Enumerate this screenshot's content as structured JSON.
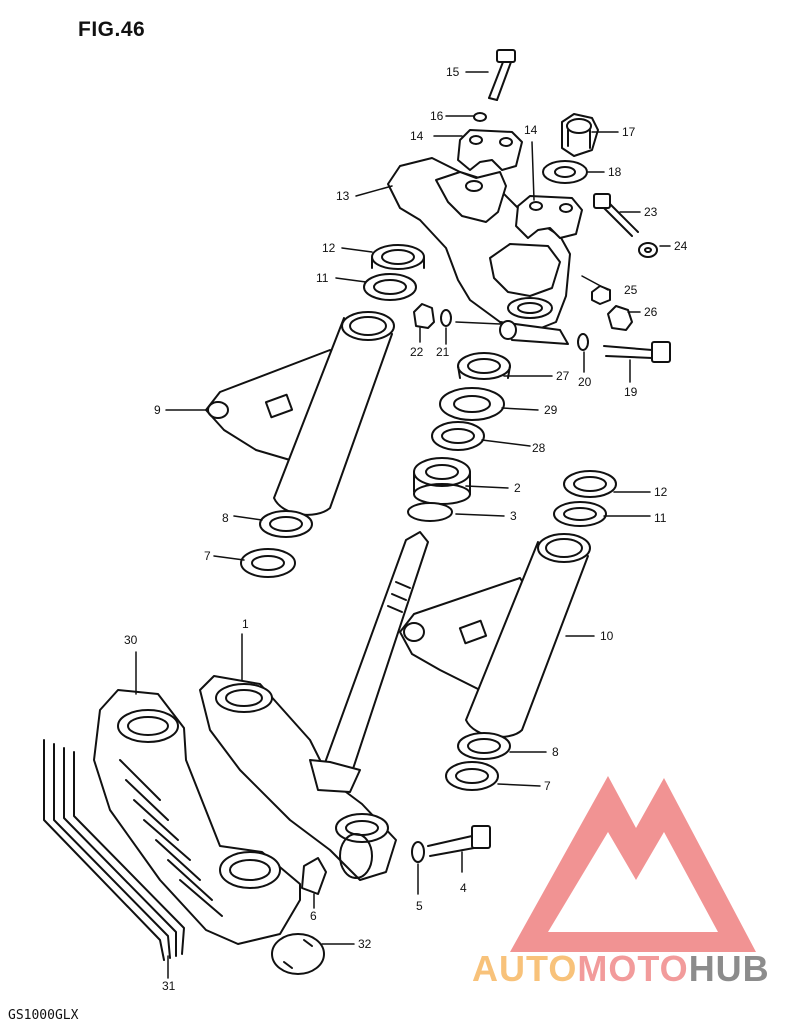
{
  "figure": {
    "title": "FIG.46",
    "model": "GS1000GLX"
  },
  "watermark": {
    "part1": "AUTO",
    "part2": "MOTO",
    "part3": "HUB",
    "colors": {
      "auto": "#f8c27a",
      "moto": "#f29b9b",
      "hub": "#8c8c8c",
      "logo": "#ef8080"
    }
  },
  "callouts": [
    {
      "id": "c1",
      "num": "1"
    },
    {
      "id": "c2",
      "num": "2"
    },
    {
      "id": "c3",
      "num": "3"
    },
    {
      "id": "c4",
      "num": "4"
    },
    {
      "id": "c5",
      "num": "5"
    },
    {
      "id": "c6",
      "num": "6"
    },
    {
      "id": "c7a",
      "num": "7"
    },
    {
      "id": "c7b",
      "num": "7"
    },
    {
      "id": "c8a",
      "num": "8"
    },
    {
      "id": "c8b",
      "num": "8"
    },
    {
      "id": "c9",
      "num": "9"
    },
    {
      "id": "c10",
      "num": "10"
    },
    {
      "id": "c11a",
      "num": "11"
    },
    {
      "id": "c11b",
      "num": "11"
    },
    {
      "id": "c12a",
      "num": "12"
    },
    {
      "id": "c12b",
      "num": "12"
    },
    {
      "id": "c13",
      "num": "13"
    },
    {
      "id": "c14a",
      "num": "14"
    },
    {
      "id": "c14b",
      "num": "14"
    },
    {
      "id": "c15",
      "num": "15"
    },
    {
      "id": "c16",
      "num": "16"
    },
    {
      "id": "c17",
      "num": "17"
    },
    {
      "id": "c18",
      "num": "18"
    },
    {
      "id": "c19",
      "num": "19"
    },
    {
      "id": "c20",
      "num": "20"
    },
    {
      "id": "c21",
      "num": "21"
    },
    {
      "id": "c22",
      "num": "22"
    },
    {
      "id": "c23",
      "num": "23"
    },
    {
      "id": "c24",
      "num": "24"
    },
    {
      "id": "c25",
      "num": "25"
    },
    {
      "id": "c26",
      "num": "26"
    },
    {
      "id": "c27",
      "num": "27"
    },
    {
      "id": "c28",
      "num": "28"
    },
    {
      "id": "c29",
      "num": "29"
    },
    {
      "id": "c30",
      "num": "30"
    },
    {
      "id": "c31",
      "num": "31"
    },
    {
      "id": "c32",
      "num": "32"
    }
  ]
}
